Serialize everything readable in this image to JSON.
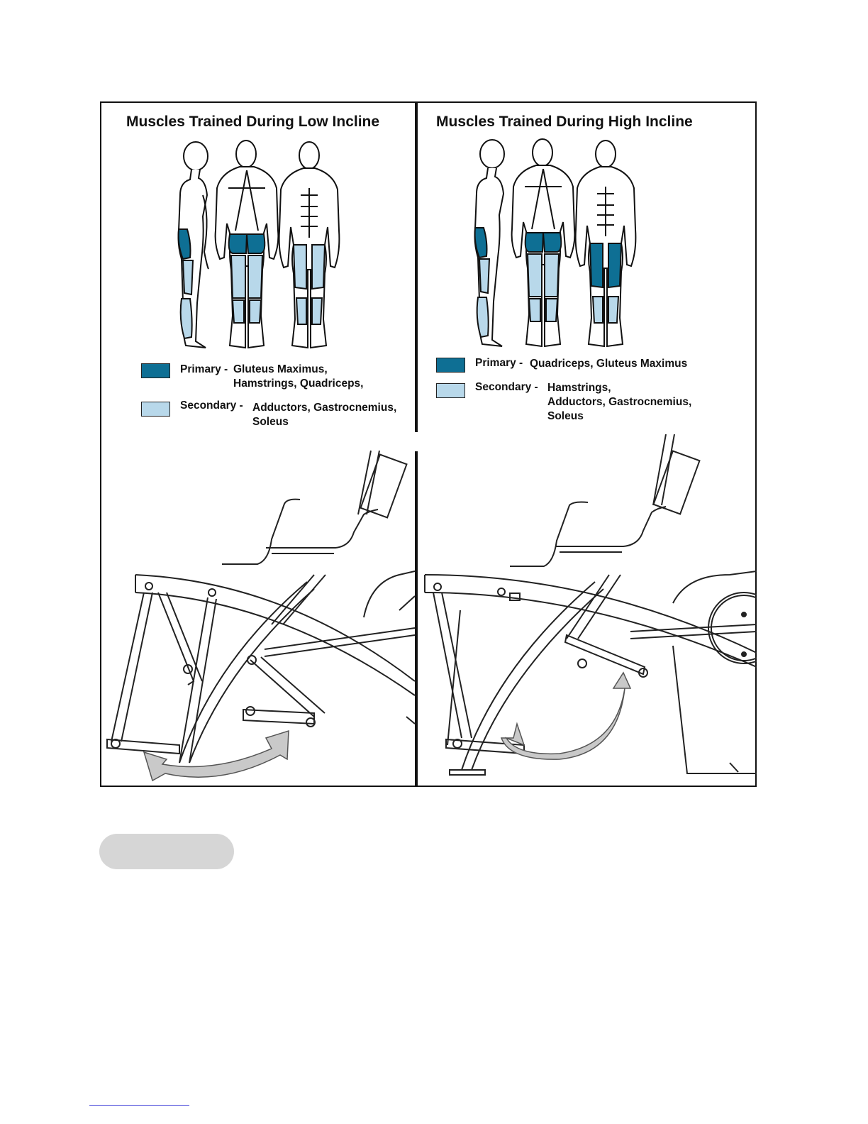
{
  "colors": {
    "primary": "#0e6f94",
    "secondary": "#b8d8ea",
    "arrow": "#c9c9c9",
    "outline": "#111111"
  },
  "low_incline": {
    "title": "Muscles Trained During Low Incline",
    "primary_label": "Primary -",
    "primary_line1": "Gluteus Maximus,",
    "primary_line2": "Hamstrings, Quadriceps,",
    "secondary_label": "Secondary -",
    "secondary_line1": "Adductors, Gastrocnemius,",
    "secondary_line2": "Soleus"
  },
  "high_incline": {
    "title": "Muscles Trained During High Incline",
    "primary_label": "Primary -",
    "primary_line1": "Quadriceps, Gluteus Maximus",
    "secondary_label": "Secondary -",
    "secondary_line1": "Hamstrings,",
    "secondary_line2": "Adductors, Gastrocnemius,",
    "secondary_line3": "Soleus"
  }
}
